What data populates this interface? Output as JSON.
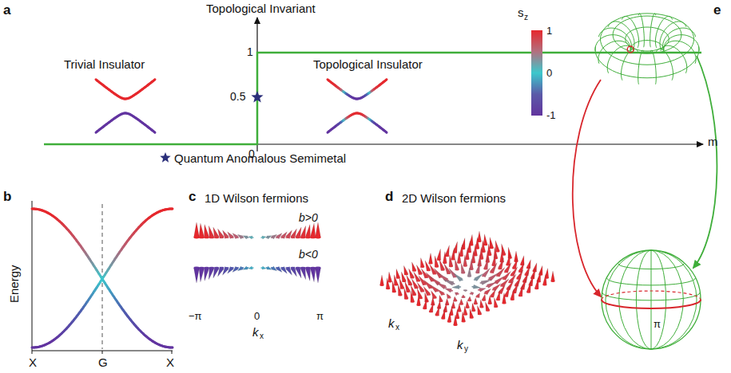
{
  "diagram": {
    "labels": [
      "a",
      "Topological Invariant",
      "1",
      "0.5",
      "0",
      "m",
      "Trivial Insulator",
      "Topological Insulator",
      "s",
      "z",
      "1",
      "0",
      "-1",
      "Quantum Anomalous Semimetal",
      "e",
      "b",
      "Energy",
      "X",
      "G",
      "X",
      "c",
      "1D Wilson fermions",
      "b>0",
      "b<0",
      "−π",
      "0",
      "π",
      "k",
      "x",
      "d",
      "2D Wilson fermions",
      "k",
      "x",
      "k",
      "y",
      "π"
    ]
  }
}
